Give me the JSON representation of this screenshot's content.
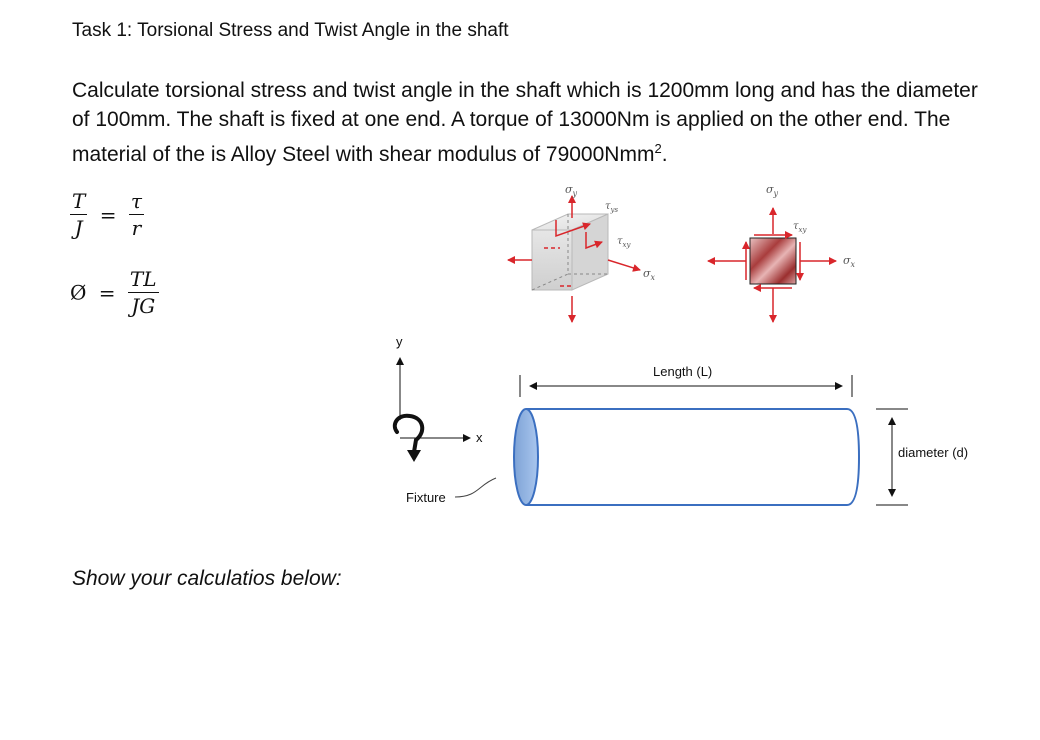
{
  "task_title": "Task 1: Torsional Stress and Twist Angle in the shaft",
  "problem": {
    "line1": "Calculate torsional stress and twist angle in the shaft which is 1200mm long and has the diameter",
    "line2": "of 100mm. The shaft is fixed at one end. A torque of 13000Nm is applied on the other end. The",
    "line3_prefix": "material of the is Alloy Steel with shear modulus of 79000Nmm",
    "line3_sup": "2",
    "line3_suffix": "."
  },
  "formula1": {
    "lhs_num": "T",
    "lhs_den": "J",
    "eq": "=",
    "rhs_num": "τ",
    "rhs_den": "r"
  },
  "formula2": {
    "lhs": "Ø",
    "eq": "=",
    "num": "TL",
    "den": "JG"
  },
  "stress_element_3d": {
    "sigma_y": "σ",
    "sigma_y_sub": "y",
    "tau_ys": "τ",
    "tau_ys_sub": "ys",
    "tau_xy": "τ",
    "tau_xy_sub": "xy",
    "sigma_x": "σ",
    "sigma_x_sub": "x"
  },
  "stress_element_2d": {
    "sigma_y": "σ",
    "sigma_y_sub": "y",
    "tau_xy": "τ",
    "tau_xy_sub": "xy",
    "sigma_x": "σ",
    "sigma_x_sub": "x"
  },
  "diagram": {
    "axis_y": "y",
    "axis_x": "x",
    "fixture": "Fixture",
    "length": "Length (L)",
    "diameter": "diameter (d)"
  },
  "prompt": "Show your calculatios below:",
  "colors": {
    "arrow_red": "#d9262b",
    "fixture_blue": "#8fb4e3",
    "shaft_border": "#3b6fc0"
  }
}
